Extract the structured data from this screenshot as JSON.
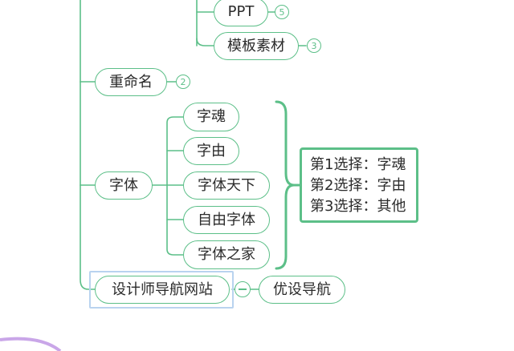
{
  "colors": {
    "line": "#5cbf88",
    "selection": "#b9d3ef",
    "partial_node": "#c9a6e8"
  },
  "nodes": {
    "ppt": {
      "label": "PPT",
      "count": "5"
    },
    "template": {
      "label": "模板素材",
      "count": "3"
    },
    "rename": {
      "label": "重命名",
      "count": "2"
    },
    "font": {
      "label": "字体"
    },
    "font_children": [
      "字魂",
      "字由",
      "字体天下",
      "自由字体",
      "字体之家"
    ],
    "nav": {
      "label": "设计师导航网站",
      "child": "优设导航"
    }
  },
  "summary": {
    "lines": [
      "第1选择：字魂",
      "第2选择：字由",
      "第3选择：其他"
    ]
  }
}
